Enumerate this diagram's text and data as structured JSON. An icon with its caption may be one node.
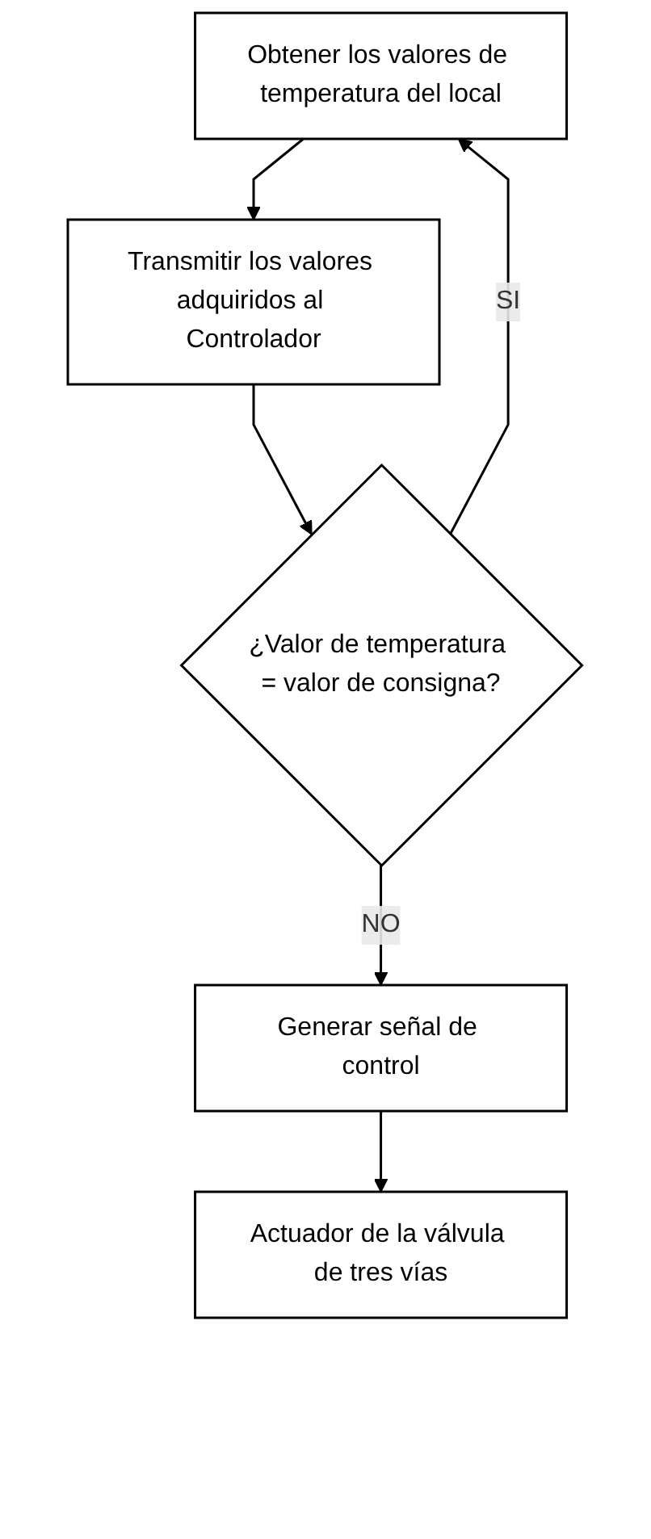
{
  "diagram": {
    "nodes": [
      {
        "text": [
          "Obtener los valores de temperatura del local"
        ]
      },
      {
        "text": [
          "Transmitir los valores adquiridos al Controlador"
        ]
      },
      {
        "text": [
          "¿Valor de temperatura = valor de consigna?"
        ]
      },
      {
        "text": [
          "Generar señal de control"
        ]
      },
      {
        "text": [
          "Actuador de la válvula de tres vías"
        ]
      }
    ],
    "edges": [
      {
        "from": 0,
        "to": 1,
        "arrow": "to"
      },
      {
        "from": 1,
        "to": 2,
        "arrow": "to"
      },
      {
        "from": 2,
        "to": 0,
        "arrow": "to",
        "label": "SI"
      },
      {
        "from": 2,
        "to": 3,
        "arrow": "to",
        "label": "NO"
      },
      {
        "from": 3,
        "to": 4,
        "arrow": "to"
      }
    ]
  }
}
